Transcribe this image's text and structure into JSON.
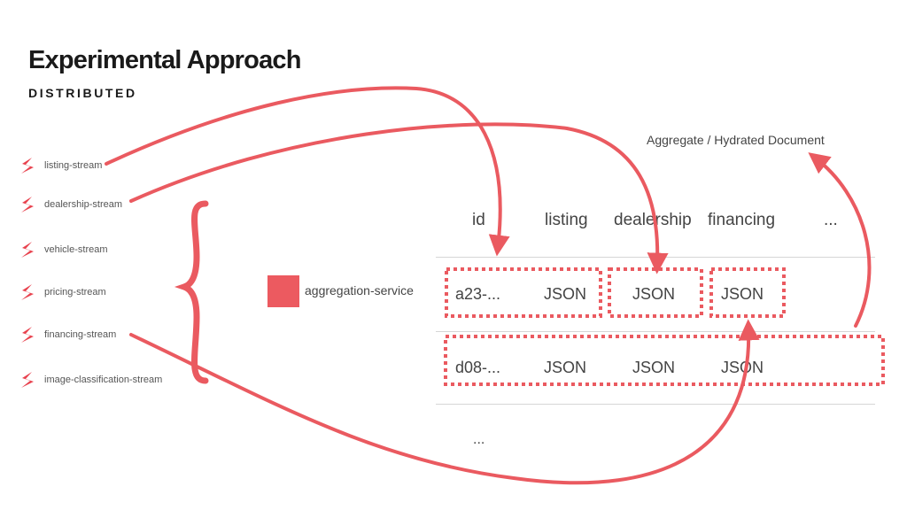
{
  "header": {
    "title": "Experimental Approach",
    "subtitle": "DISTRIBUTED"
  },
  "streams": [
    {
      "label": "listing-stream",
      "icon": "stream-logo-icon"
    },
    {
      "label": "dealership-stream",
      "icon": "stream-logo-icon"
    },
    {
      "label": "vehicle-stream",
      "icon": "stream-logo-icon"
    },
    {
      "label": "pricing-stream",
      "icon": "stream-logo-icon"
    },
    {
      "label": "financing-stream",
      "icon": "stream-logo-icon"
    },
    {
      "label": "image-classification-stream",
      "icon": "stream-logo-icon"
    }
  ],
  "service": {
    "label": "aggregation-service"
  },
  "document": {
    "label": "Aggregate / Hydrated Document"
  },
  "table": {
    "headers": [
      "id",
      "listing",
      "dealership",
      "financing",
      "..."
    ],
    "rows": [
      [
        "a23-...",
        "JSON",
        "JSON",
        "JSON"
      ],
      [
        "d08-...",
        "JSON",
        "JSON",
        "JSON"
      ]
    ],
    "more": "..."
  },
  "colors": {
    "accent": "#ea5a60",
    "text": "#444444",
    "title": "#1a1a1a"
  }
}
